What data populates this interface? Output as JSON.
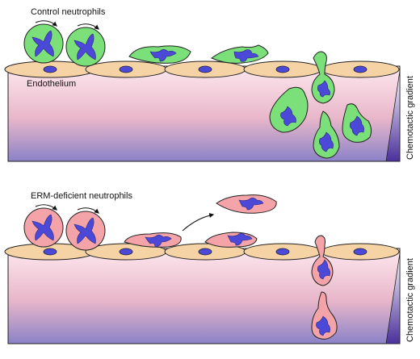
{
  "panels": [
    {
      "title": "Control neutrophils",
      "layer_label": "Endothelium",
      "gradient_label": "Chemotactic gradient",
      "cell_color": "#7ce07a",
      "cells": [
        {
          "kind": "rolling"
        },
        {
          "kind": "rolling"
        },
        {
          "kind": "crawling"
        },
        {
          "kind": "crawling"
        },
        {
          "kind": "transmigrating"
        },
        {
          "kind": "migrated"
        },
        {
          "kind": "migrated"
        },
        {
          "kind": "migrated"
        },
        {
          "kind": "migrated"
        }
      ]
    },
    {
      "title": "ERM-deficient neutrophils",
      "layer_label": "",
      "gradient_label": "Chemotactic gradient",
      "cell_color": "#f4a3a8",
      "cells": [
        {
          "kind": "rolling"
        },
        {
          "kind": "rolling"
        },
        {
          "kind": "crawling"
        },
        {
          "kind": "crawling"
        },
        {
          "kind": "detaching"
        },
        {
          "kind": "transmigrating"
        },
        {
          "kind": "migrated"
        }
      ]
    }
  ],
  "colors": {
    "endothelial_cell": "#f6d3a4",
    "nucleus": "#4c49d8",
    "tissue_top": "#fde8ee",
    "tissue_mid": "#e8b6c9",
    "tissue_bottom": "#8a82c8",
    "gradient_wedge": "#4a2f9b"
  }
}
